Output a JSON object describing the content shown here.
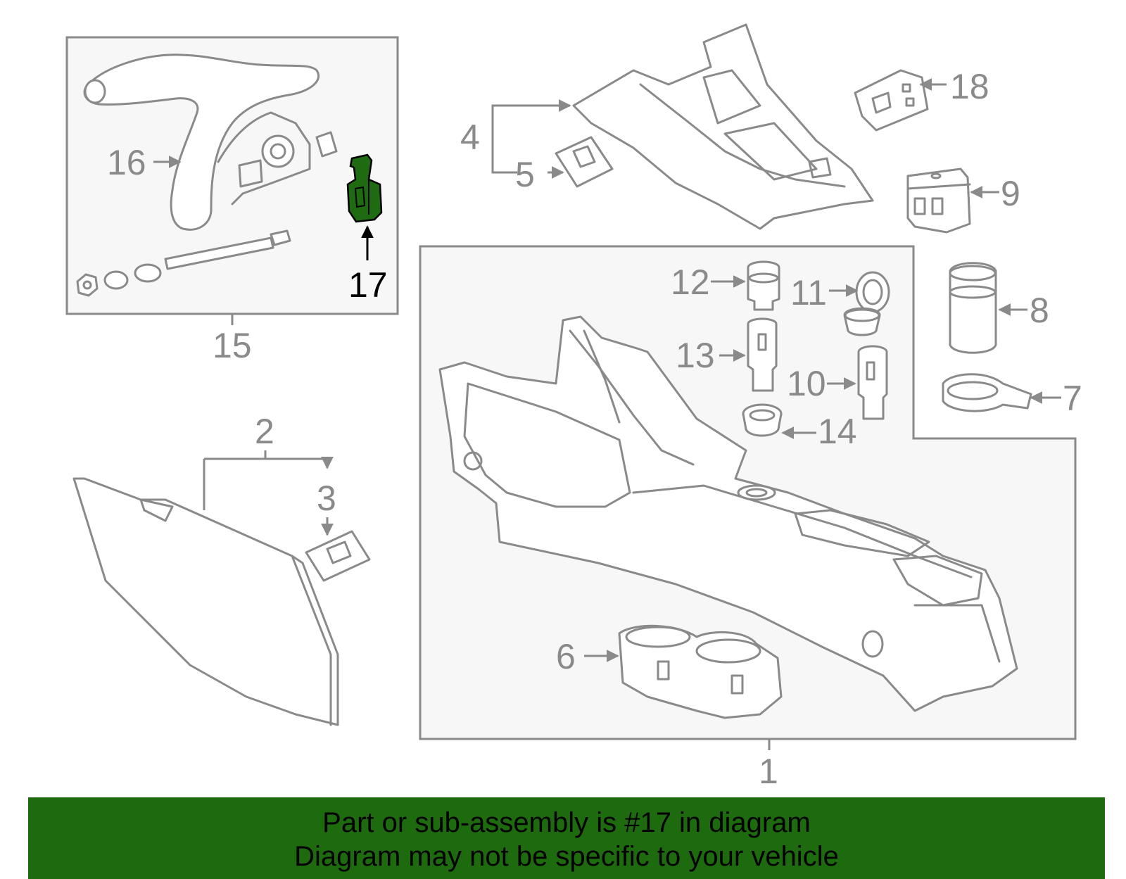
{
  "colors": {
    "highlight": "#1f6b12",
    "banner": "#1e6b0f",
    "line_gray": "#8a8a8a",
    "box_fill": "#f7f7f7"
  },
  "callouts": {
    "n1": "1",
    "n2": "2",
    "n3": "3",
    "n4": "4",
    "n5": "5",
    "n6": "6",
    "n7": "7",
    "n8": "8",
    "n9": "9",
    "n10": "10",
    "n11": "11",
    "n12": "12",
    "n13": "13",
    "n14": "14",
    "n15": "15",
    "n16": "16",
    "n17": "17",
    "n18": "18"
  },
  "highlighted_part": "17",
  "banner": {
    "line1": "Part or sub-assembly is #17 in diagram",
    "line2": "Diagram may not be specific to your vehicle"
  }
}
